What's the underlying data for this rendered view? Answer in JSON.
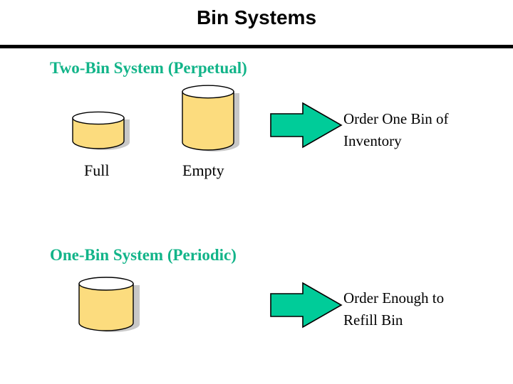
{
  "slide": {
    "title": "Bin Systems",
    "background_color": "#FFFFFF",
    "rule_color": "#000000",
    "heading_color": "#12B489",
    "arrow_fill_color": "#00CC99",
    "arrow_outline_color": "#000000",
    "bin_fill_color": "#FCDC7E",
    "bin_top_color": "#FFFFFF",
    "bin_outline_color": "#000000",
    "bin_shadow_color": "#9A9A9A"
  },
  "sections": [
    {
      "heading": "Two-Bin System (Perpetual)",
      "bins": [
        {
          "label": "Full",
          "state": "full",
          "icon": "cylinder-bin-icon"
        },
        {
          "label": "Empty",
          "state": "empty",
          "icon": "cylinder-bin-icon"
        }
      ],
      "arrow": {
        "icon": "right-arrow-icon",
        "direction": "right"
      },
      "callout": {
        "lines": [
          "Order One Bin of",
          "Inventory"
        ],
        "line1": "Order One Bin of",
        "line2": "Inventory"
      }
    },
    {
      "heading": "One-Bin System (Periodic)",
      "bins": [
        {
          "label": "",
          "state": "full",
          "icon": "cylinder-bin-icon"
        }
      ],
      "arrow": {
        "icon": "right-arrow-icon",
        "direction": "right"
      },
      "callout": {
        "lines": [
          "Order Enough to",
          "Refill Bin"
        ],
        "line1": "Order Enough to",
        "line2": "Refill Bin"
      }
    }
  ]
}
